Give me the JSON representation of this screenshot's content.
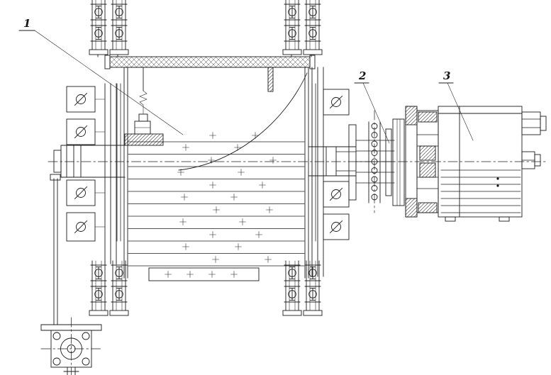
{
  "drawing": {
    "background": "#ffffff",
    "line_color": "#1c1c1c",
    "callouts": [
      {
        "label": "1"
      },
      {
        "label": "2"
      },
      {
        "label": "3"
      }
    ]
  }
}
